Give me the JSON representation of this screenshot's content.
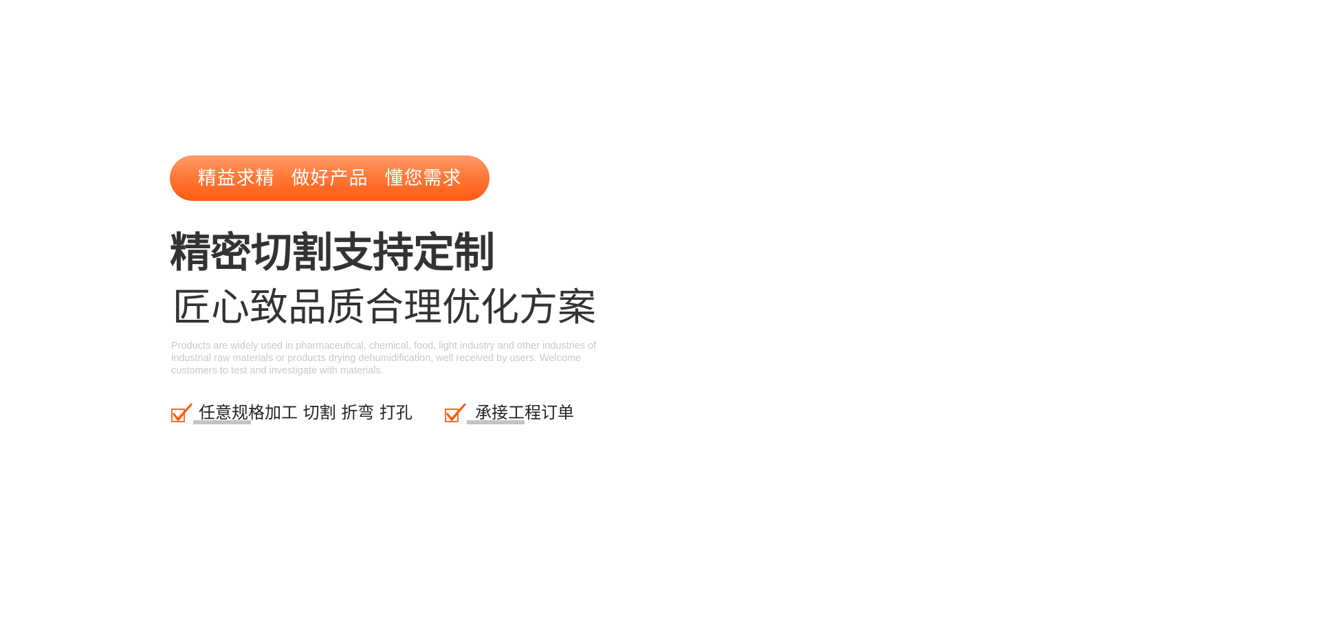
{
  "banner": {
    "slogans": [
      "精益求精",
      "做好产品",
      "懂您需求"
    ],
    "headline": "精密切割支持定制",
    "subheadline": "匠心致品质合理优化方案",
    "description": "Products are widely used in pharmaceutical, chemical, food, light industry and other industries of industrial raw materials or products drying dehumidification, well received by users. Welcome customers to test and investigate with materials.",
    "features": [
      {
        "icon": "checkbox-check-icon",
        "label": "任意规格加工 切割 折弯 打孔"
      },
      {
        "icon": "checkbox-check-icon",
        "label": "承接工程订单"
      }
    ]
  },
  "colors": {
    "accent": "#ff5a10",
    "headline": "#333333",
    "description": "#c8c8c8",
    "background": "#ffffff"
  }
}
